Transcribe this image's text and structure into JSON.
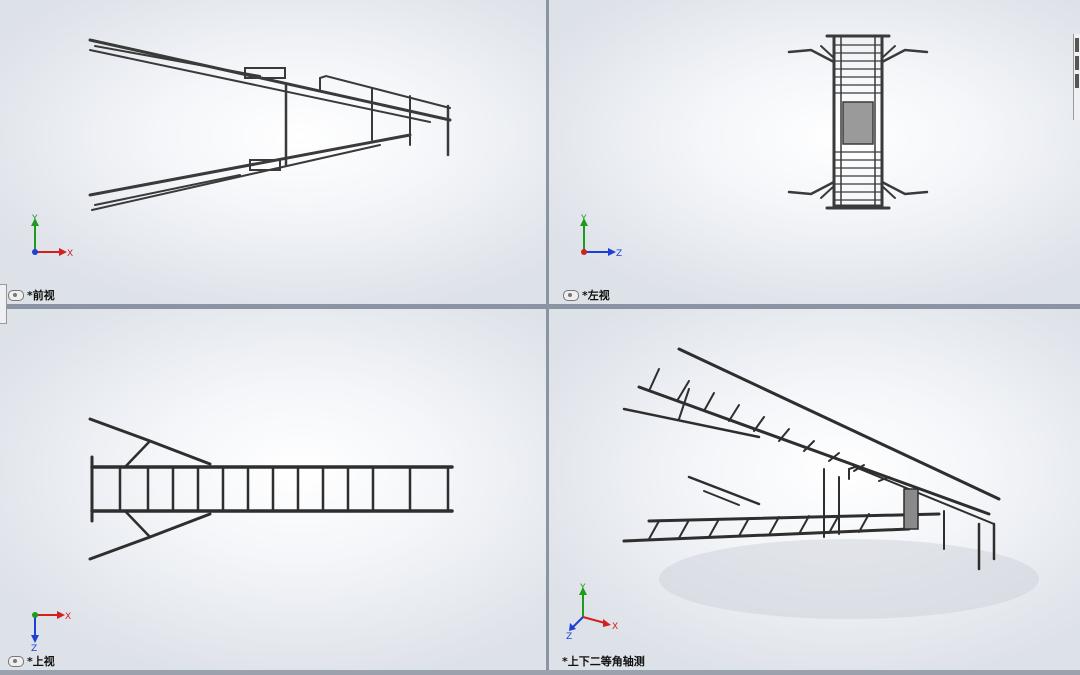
{
  "viewports": {
    "front": {
      "label": "*前视",
      "triad": {
        "up": "Y",
        "right": "X"
      }
    },
    "left": {
      "label": "*左视",
      "triad": {
        "up": "Y",
        "right": "Z"
      }
    },
    "top": {
      "label": "*上视",
      "triad": {
        "down": "Z",
        "right": "X"
      }
    },
    "iso": {
      "label": "*上下二等角轴测",
      "triad": {
        "up": "Y",
        "right": "X",
        "down": "Z"
      }
    }
  },
  "colors": {
    "axis_x": "#d22020",
    "axis_y": "#1e9a1e",
    "axis_z": "#1f3fd6",
    "steel": "#3a3a3a"
  }
}
